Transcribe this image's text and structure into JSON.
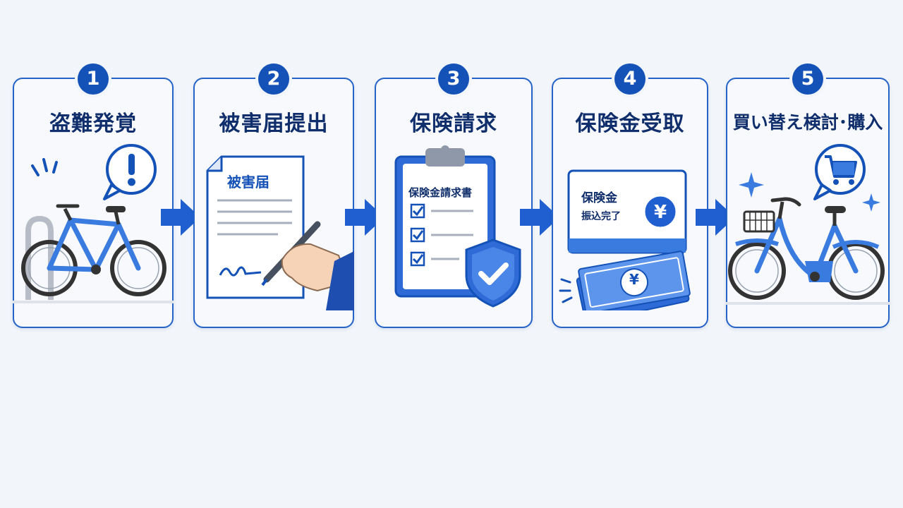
{
  "steps": [
    {
      "number": "1",
      "title": "盗難発覚"
    },
    {
      "number": "2",
      "title": "被害届提出",
      "document_title": "被害届"
    },
    {
      "number": "3",
      "title": "保険請求",
      "form_title": "保険金請求書"
    },
    {
      "number": "4",
      "title": "保険金受取",
      "notice_line1": "保険金",
      "notice_line2": "振込完了",
      "currency_symbol": "¥"
    },
    {
      "number": "5",
      "title": "買い替え検討･購入"
    }
  ],
  "colors": {
    "primary": "#2563c8",
    "badge": "#1452b8",
    "title": "#0f2e6b",
    "bike": "#3a7be0",
    "background": "#f2f5fa"
  }
}
